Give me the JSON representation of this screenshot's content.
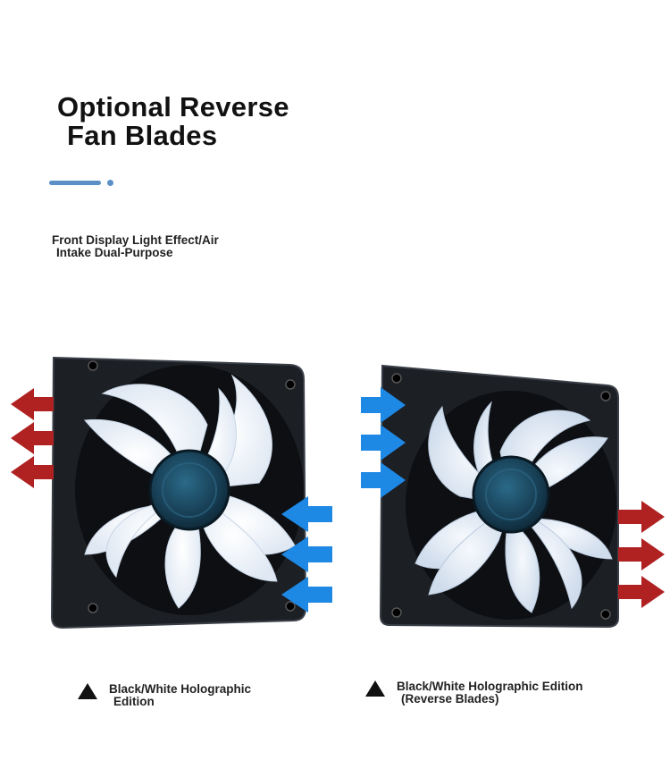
{
  "title": {
    "line1": "Optional Reverse",
    "line2": "Fan Blades"
  },
  "subtitle": {
    "line1": "Front Display Light Effect/Air",
    "line2": "Intake Dual-Purpose"
  },
  "colors": {
    "accent": "#5b8fc6",
    "intake_arrow": "#1e88e5",
    "exhaust_arrow": "#b02222",
    "frame": "#1c1f24",
    "blade": "#e8eef6",
    "hub": "#1d4a63"
  },
  "fans": [
    {
      "caption_line1": "Black/White Holographic",
      "caption_line2": "Edition",
      "icon": "triangle-up-icon"
    },
    {
      "caption_line1": "Black/White Holographic Edition",
      "caption_line2": "(Reverse Blades)",
      "icon": "triangle-up-icon"
    }
  ]
}
